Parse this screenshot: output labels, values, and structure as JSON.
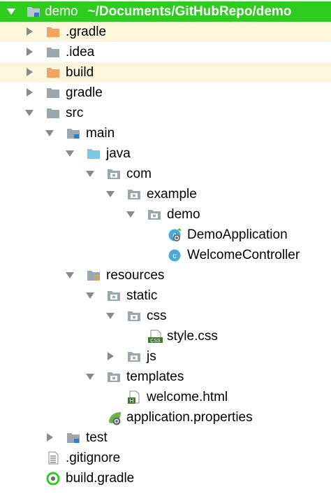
{
  "project": {
    "name": "demo",
    "path": "~/Documents/GitHubRepo/demo"
  },
  "tree": [
    {
      "label": ".gradle",
      "icon": "folder-orange-icon",
      "arrow": "collapsed",
      "depth": 1
    },
    {
      "label": ".idea",
      "icon": "folder-gray-icon",
      "arrow": "collapsed",
      "depth": 1
    },
    {
      "label": "build",
      "icon": "folder-orange-icon",
      "arrow": "collapsed",
      "depth": 1
    },
    {
      "label": "gradle",
      "icon": "folder-gray-icon",
      "arrow": "collapsed",
      "depth": 1
    },
    {
      "label": "src",
      "icon": "folder-gray-icon",
      "arrow": "expanded",
      "depth": 1
    },
    {
      "label": "main",
      "icon": "module-folder-icon",
      "arrow": "expanded",
      "depth": 2
    },
    {
      "label": "java",
      "icon": "folder-blue-icon",
      "arrow": "expanded",
      "depth": 3
    },
    {
      "label": "com",
      "icon": "package-icon",
      "arrow": "expanded",
      "depth": 4
    },
    {
      "label": "example",
      "icon": "package-icon",
      "arrow": "expanded",
      "depth": 5
    },
    {
      "label": "demo",
      "icon": "package-icon",
      "arrow": "expanded",
      "depth": 6
    },
    {
      "label": "DemoApplication",
      "icon": "spring-class-icon",
      "arrow": "none",
      "depth": 7
    },
    {
      "label": "WelcomeController",
      "icon": "class-icon",
      "arrow": "none",
      "depth": 7
    },
    {
      "label": "resources",
      "icon": "resources-folder-icon",
      "arrow": "expanded",
      "depth": 3
    },
    {
      "label": "static",
      "icon": "package-icon",
      "arrow": "expanded",
      "depth": 4
    },
    {
      "label": "css",
      "icon": "package-icon",
      "arrow": "expanded",
      "depth": 5
    },
    {
      "label": "style.css",
      "icon": "css-file-icon",
      "arrow": "none",
      "depth": 6
    },
    {
      "label": "js",
      "icon": "package-icon",
      "arrow": "collapsed",
      "depth": 5
    },
    {
      "label": "templates",
      "icon": "package-icon",
      "arrow": "expanded",
      "depth": 4
    },
    {
      "label": "welcome.html",
      "icon": "html-file-icon",
      "arrow": "none",
      "depth": 5
    },
    {
      "label": "application.properties",
      "icon": "spring-properties-icon",
      "arrow": "none",
      "depth": 4
    },
    {
      "label": "test",
      "icon": "module-folder-icon",
      "arrow": "collapsed",
      "depth": 2
    },
    {
      "label": ".gitignore",
      "icon": "text-file-icon",
      "arrow": "none",
      "depth": 1
    },
    {
      "label": "build.gradle",
      "icon": "gradle-file-icon",
      "arrow": "none",
      "depth": 1
    }
  ],
  "colors": {
    "selection": "#2ecc1f",
    "excluded_row": "#fcf6dd",
    "folder_gray": "#9aa7b0",
    "folder_orange": "#f4a261",
    "folder_blue": "#7cc6e6",
    "class_badge": "#4aa8dd"
  }
}
